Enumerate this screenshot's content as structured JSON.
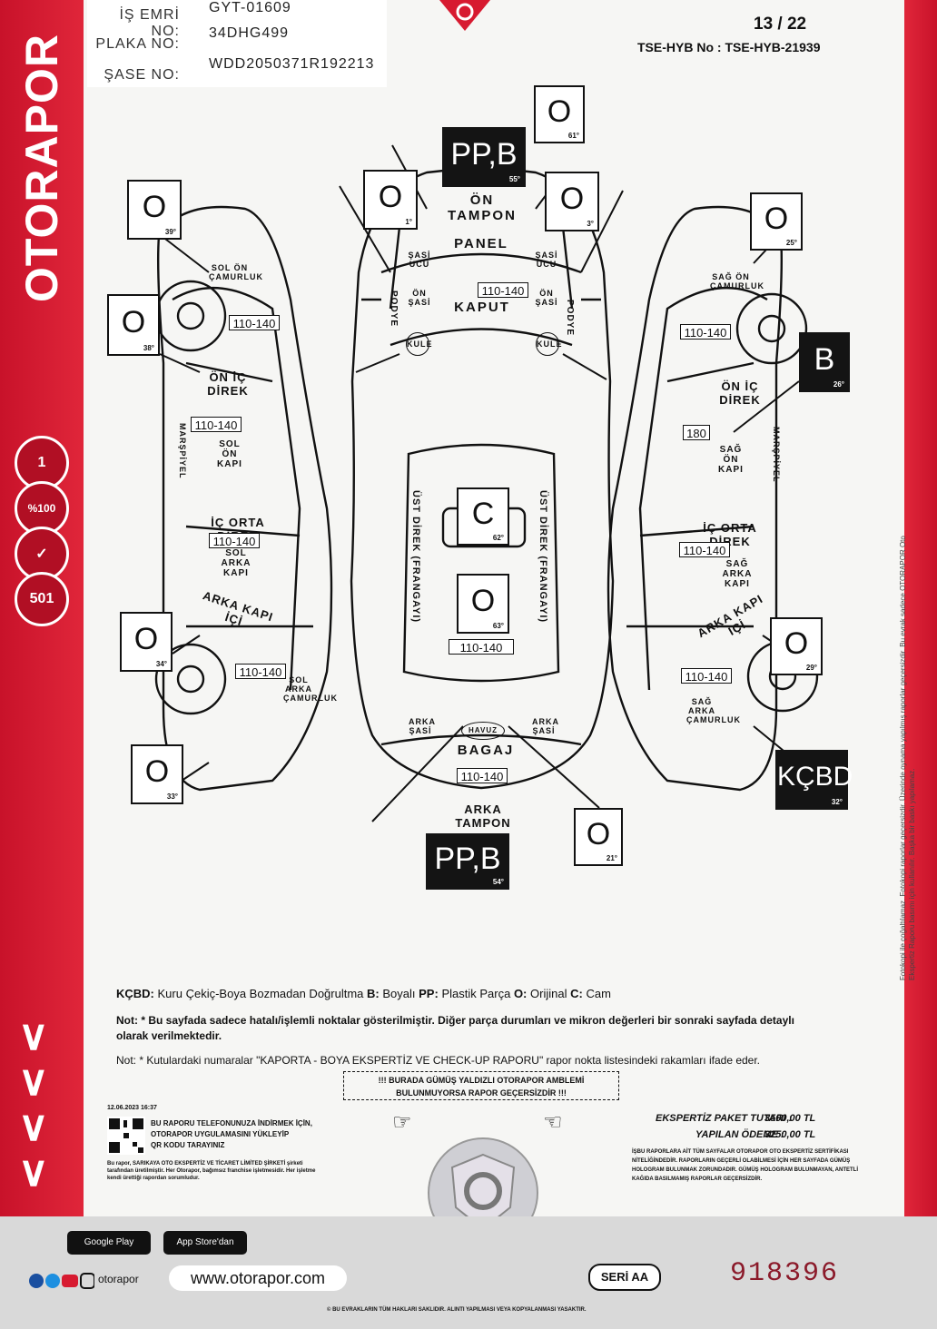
{
  "brand": {
    "name": "OTORAPOR",
    "badges": [
      "1",
      "%100",
      "✓",
      "501"
    ],
    "colors": {
      "red": "#d71a30",
      "dark": "#141414",
      "paper": "#f6f6f4"
    }
  },
  "header": {
    "is_emri_label": "İŞ EMRİ NO:",
    "is_emri_value": "GYT-01609",
    "plaka_label": "PLAKA NO:",
    "plaka_value": "34DHG499",
    "sase_label": "ŞASE NO:",
    "sase_value": "WDD2050371R192213",
    "page": "13 / 22",
    "tse": "TSE-HYB No : TSE-HYB-21939"
  },
  "part_boxes": [
    {
      "id": "on-tampon",
      "code": "PP,B",
      "thickness": "55°",
      "dark": true
    },
    {
      "id": "on-tampon-top",
      "code": "O",
      "thickness": "61°",
      "dark": false
    },
    {
      "id": "sol-sasi-ucu",
      "code": "O",
      "thickness": "1°",
      "dark": false
    },
    {
      "id": "sag-sasi-ucu",
      "code": "O",
      "thickness": "3°",
      "dark": false
    },
    {
      "id": "sol-on-camurluk",
      "code": "O",
      "thickness": "39°",
      "dark": false
    },
    {
      "id": "sol-on-kapi",
      "code": "O",
      "thickness": "38°",
      "dark": false
    },
    {
      "id": "sol-arka-kapi",
      "code": "O",
      "thickness": "34°",
      "dark": false
    },
    {
      "id": "sol-arka-camurluk",
      "code": "O",
      "thickness": "33°",
      "dark": false
    },
    {
      "id": "tavan-cam",
      "code": "C",
      "thickness": "62°",
      "dark": false
    },
    {
      "id": "tavan",
      "code": "O",
      "thickness": "63°",
      "dark": false
    },
    {
      "id": "arka-tampon",
      "code": "PP,B",
      "thickness": "54°",
      "dark": true
    },
    {
      "id": "bagaj",
      "code": "O",
      "thickness": "21°",
      "dark": false
    },
    {
      "id": "sag-on-camurluk",
      "code": "O",
      "thickness": "25°",
      "dark": false
    },
    {
      "id": "sag-on-kapi",
      "code": "B",
      "thickness": "26°",
      "dark": true
    },
    {
      "id": "sag-arka-kapi",
      "code": "O",
      "thickness": "29°",
      "dark": false
    },
    {
      "id": "sag-arka-camurluk",
      "code": "KÇBD",
      "thickness": "32°",
      "dark": true
    }
  ],
  "ranges": {
    "kaput": "110-140",
    "sol_on_camurluk": "110-140",
    "sol_on_kapi": "110-140",
    "sol_arka_kapi": "110-140",
    "sol_arka_camurluk": "110-140",
    "tavan": "110-140",
    "bagaj": "110-140",
    "sag_on_camurluk": "110-140",
    "sag_on_kapi": "180",
    "sag_arka_kapi": "110-140",
    "sag_arka_camurluk": "110-140"
  },
  "part_labels": {
    "on_tampon": "ÖN TAMPON",
    "panel": "PANEL",
    "kaput": "KAPUT",
    "sasi_ucu": "ŞASİ UCU",
    "on_sasi": "ÖN ŞASİ",
    "podye": "PODYE",
    "kule": "KULE",
    "ust_direk": "ÜST DİREK (FRANGAYI)",
    "bagaj": "BAGAJ",
    "havuz": "HAVUZ",
    "arka_sasi": "ARKA ŞASİ",
    "arka_tampon": "ARKA TAMPON",
    "sol_on_camurluk": "SOL ÖN ÇAMURLUK",
    "sag_on_camurluk": "SAĞ ÖN ÇAMURLUK",
    "on_ic_direk": "ÖN İÇ DİREK",
    "sol_on_kapi": "SOL ÖN KAPI",
    "sag_on_kapi": "SAĞ ÖN KAPI",
    "marspiyel": "MARŞPİYEL",
    "ic_orta_direk": "İÇ ORTA DİREK",
    "sol_arka_kapi": "SOL ARKA KAPI",
    "sag_arka_kapi": "SAĞ ARKA KAPI",
    "arka_kapi_ici": "ARKA KAPI İÇİ",
    "sol_arka_camurluk": "SOL ARKA ÇAMURLUK",
    "sag_arka_camurluk": "SAĞ ARKA ÇAMURLUK"
  },
  "legend": {
    "k_code": "KÇBD:",
    "k_text": "Kuru Çekiç-Boya Bozmadan Doğrultma",
    "b_code": "B:",
    "b_text": "Boyalı",
    "pp_code": "PP:",
    "pp_text": "Plastik Parça",
    "o_code": "O:",
    "o_text": "Orijinal",
    "c_code": "C:",
    "c_text": "Cam"
  },
  "notes": {
    "note1": "Not: * Bu sayfada sadece hatalı/işlemli noktalar gösterilmiştir. Diğer parça durumları ve mikron değerleri bir sonraki sayfada detaylı olarak verilmektedir.",
    "note2": "Not: * Kutulardaki numaralar \"KAPORTA - BOYA EKSPERTİZ VE CHECK-UP RAPORU\" rapor nokta listesindeki rakamları ifade eder.",
    "warning_line1": "!!! BURADA GÜMÜŞ YALDIZLI OTORAPOR AMBLEMİ",
    "warning_line2": "BULUNMUYORSA RAPOR GEÇERSİZDİR !!!"
  },
  "footer": {
    "date": "12.06.2023 16:37",
    "qr_line1": "BU RAPORU TELEFONUNUZA İNDİRMEK İÇİN,",
    "qr_line2": "OTORAPOR UYGULAMASINI YÜKLEYİP",
    "qr_line3": "QR KODU TARAYINIZ",
    "company_text": "Bu rapor, SARIKAYA OTO EKSPERTİZ VE TİCARET LİMİTED ŞİRKETİ şirketi tarafından üretilmiştir. Her Otorapor, bağımsız franchise işletmesidir. Her işletme kendi ürettiği rapordan sorumludur.",
    "paket_label": "EKSPERTİZ PAKET TUTARI :",
    "paket_value": "3500,00 TL",
    "odeme_label": "YAPILAN ÖDEME :",
    "odeme_value": "3250,00 TL",
    "hologram_text": "İŞBU RAPORLARA AİT TÜM SAYFALAR OTORAPOR OTO EKSPERTİZ SERTİFİKASI NİTELİĞİNDEDİR. RAPORLARIN GEÇERLİ OLABİLMESİ İÇİN HER SAYFADA GÜMÜŞ HOLOGRAM BULUNMAK ZORUNDADIR. GÜMÜŞ HOLOGRAM BULUNMAYAN, ANTETLİ KAĞIDA BASILMAMIŞ RAPORLAR GEÇERSİZDİR.",
    "google_play": "Google Play",
    "app_store": "App Store'dan",
    "social": "otorapor",
    "website": "www.otorapor.com",
    "seri": "SERİ AA",
    "serial": "918396",
    "copyright": "© BU EVRAKLARIN TÜM HAKLARI SAKLIDIR. ALINTI YAPILMASI VEYA KOPYALANMASI YASAKTIR.",
    "side_text": "Fotokopi ile çoğaltılamaz. Fotokopi raporlar geçersizdir. Üzerinde oynama yapılmış raporlar geçersizdir. Bu evrak sadece OTORAPOR Oto Ekspertiz Raporu basımı için kullanılır. Başka bir baskı yapılamaz."
  }
}
